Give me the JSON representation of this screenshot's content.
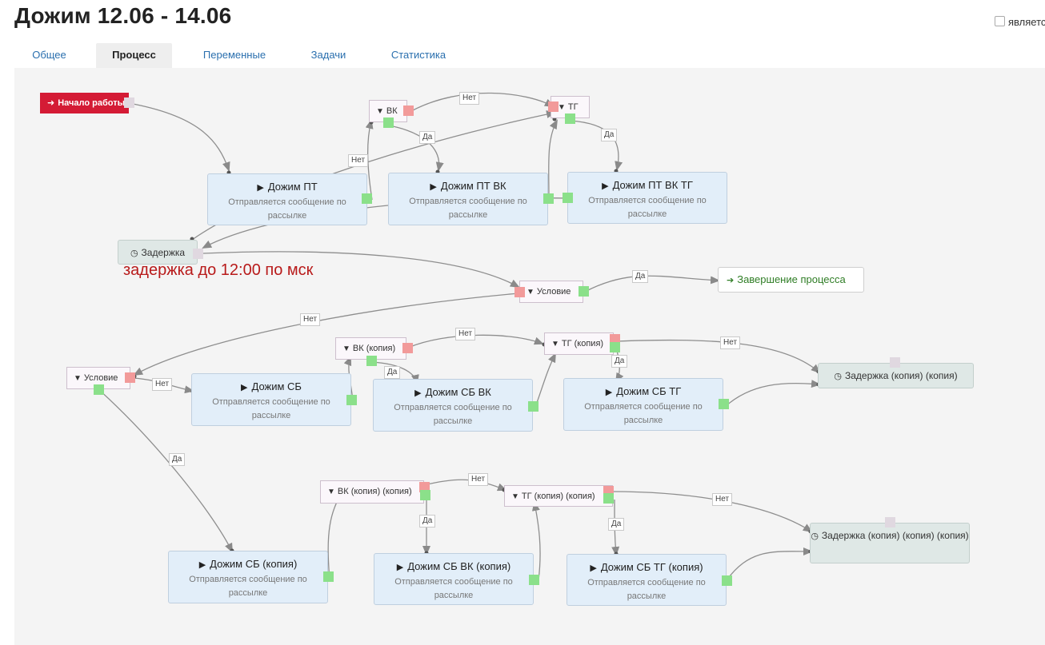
{
  "page": {
    "title": "Дожим 12.06 - 14.06",
    "checkbox_label": "являетс"
  },
  "tabs": [
    {
      "label": "Общее"
    },
    {
      "label": "Процесс",
      "active": true
    },
    {
      "label": "Переменные"
    },
    {
      "label": "Задачи"
    },
    {
      "label": "Статистика"
    }
  ],
  "note": "задержка до 12:00 по мск",
  "nodes": {
    "start": {
      "label": "Начало работы"
    },
    "cond_vk": {
      "label": "ВК"
    },
    "cond_tg": {
      "label": "ТГ"
    },
    "act_pt": {
      "title": "Дожим ПТ",
      "desc": "Отправляется сообщение по рассылке"
    },
    "act_pt_vk": {
      "title": "Дожим ПТ ВК",
      "desc": "Отправляется сообщение по рассылке"
    },
    "act_pt_vk_tg": {
      "title": "Дожим ПТ ВК ТГ",
      "desc": "Отправляется сообщение по рассылке"
    },
    "delay1": {
      "label": "Задержка"
    },
    "cond_main": {
      "label": "Условие"
    },
    "end": {
      "label": "Завершение процесса"
    },
    "cond_left": {
      "label": "Условие"
    },
    "act_sb": {
      "title": "Дожим СБ",
      "desc": "Отправляется сообщение по рассылке"
    },
    "cond_vk_copy": {
      "label": "ВК (копия)"
    },
    "act_sb_vk": {
      "title": "Дожим СБ ВК",
      "desc": "Отправляется сообщение по рассылке"
    },
    "cond_tg_copy": {
      "label": "ТГ (копия)"
    },
    "act_sb_tg": {
      "title": "Дожим СБ ТГ",
      "desc": "Отправляется сообщение по рассылке"
    },
    "delay_copy": {
      "label": "Задержка (копия) (копия)"
    },
    "act_sb_copy": {
      "title": "Дожим СБ (копия)",
      "desc": "Отправляется сообщение по рассылке"
    },
    "cond_vk_copy2": {
      "label": "ВК (копия) (копия)"
    },
    "act_sb_vk_copy": {
      "title": "Дожим СБ ВК (копия)",
      "desc": "Отправляется сообщение по рассылке"
    },
    "cond_tg_copy2": {
      "label": "ТГ (копия) (копия)"
    },
    "act_sb_tg_copy": {
      "title": "Дожим СБ ТГ (копия)",
      "desc": "Отправляется сообщение по рассылке"
    },
    "delay_copy2": {
      "label": "Задержка (копия) (копия) (копия)"
    }
  },
  "edge_labels": {
    "yes": "Да",
    "no": "Нет"
  },
  "colors": {
    "start": "#d41b35",
    "action_bg": "#e2eef9",
    "port_yes": "#8be08a",
    "port_no": "#f29a9a",
    "note": "#b81a1a",
    "end_text": "#2f7d25"
  }
}
